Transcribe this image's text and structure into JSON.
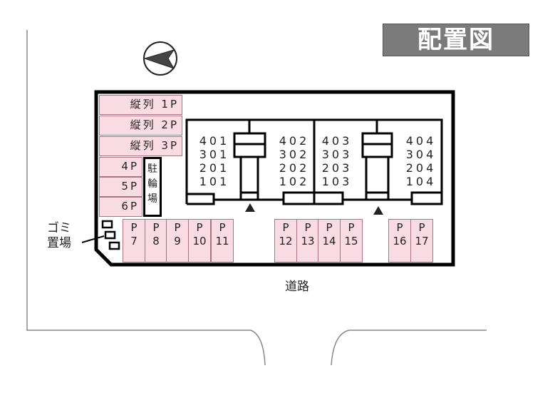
{
  "title": "配置図",
  "road_label": "道路",
  "garbage_label": [
    "ゴミ",
    "置場"
  ],
  "bike_parking_label": [
    "駐",
    "輪",
    "場"
  ],
  "compass_icon": "north-arrow-left",
  "tandem_parking": [
    "縦列 1P",
    "縦列 2P",
    "縦列 3P"
  ],
  "side_parking": [
    "4P",
    "5P",
    "6P"
  ],
  "front_parking": [
    {
      "p": "P",
      "n": "7"
    },
    {
      "p": "P",
      "n": "8"
    },
    {
      "p": "P",
      "n": "9"
    },
    {
      "p": "P",
      "n": "10"
    },
    {
      "p": "P",
      "n": "11"
    },
    {
      "p": "P",
      "n": "12"
    },
    {
      "p": "P",
      "n": "13"
    },
    {
      "p": "P",
      "n": "14"
    },
    {
      "p": "P",
      "n": "15"
    },
    {
      "p": "P",
      "n": "16"
    },
    {
      "p": "P",
      "n": "17"
    }
  ],
  "units": [
    [
      "401",
      "301",
      "201",
      "101"
    ],
    [
      "402",
      "302",
      "202",
      "102"
    ],
    [
      "403",
      "303",
      "203",
      "103"
    ],
    [
      "404",
      "304",
      "204",
      "104"
    ]
  ],
  "colors": {
    "parking": "#f9dce3",
    "title_bg": "#7b7b7b"
  }
}
